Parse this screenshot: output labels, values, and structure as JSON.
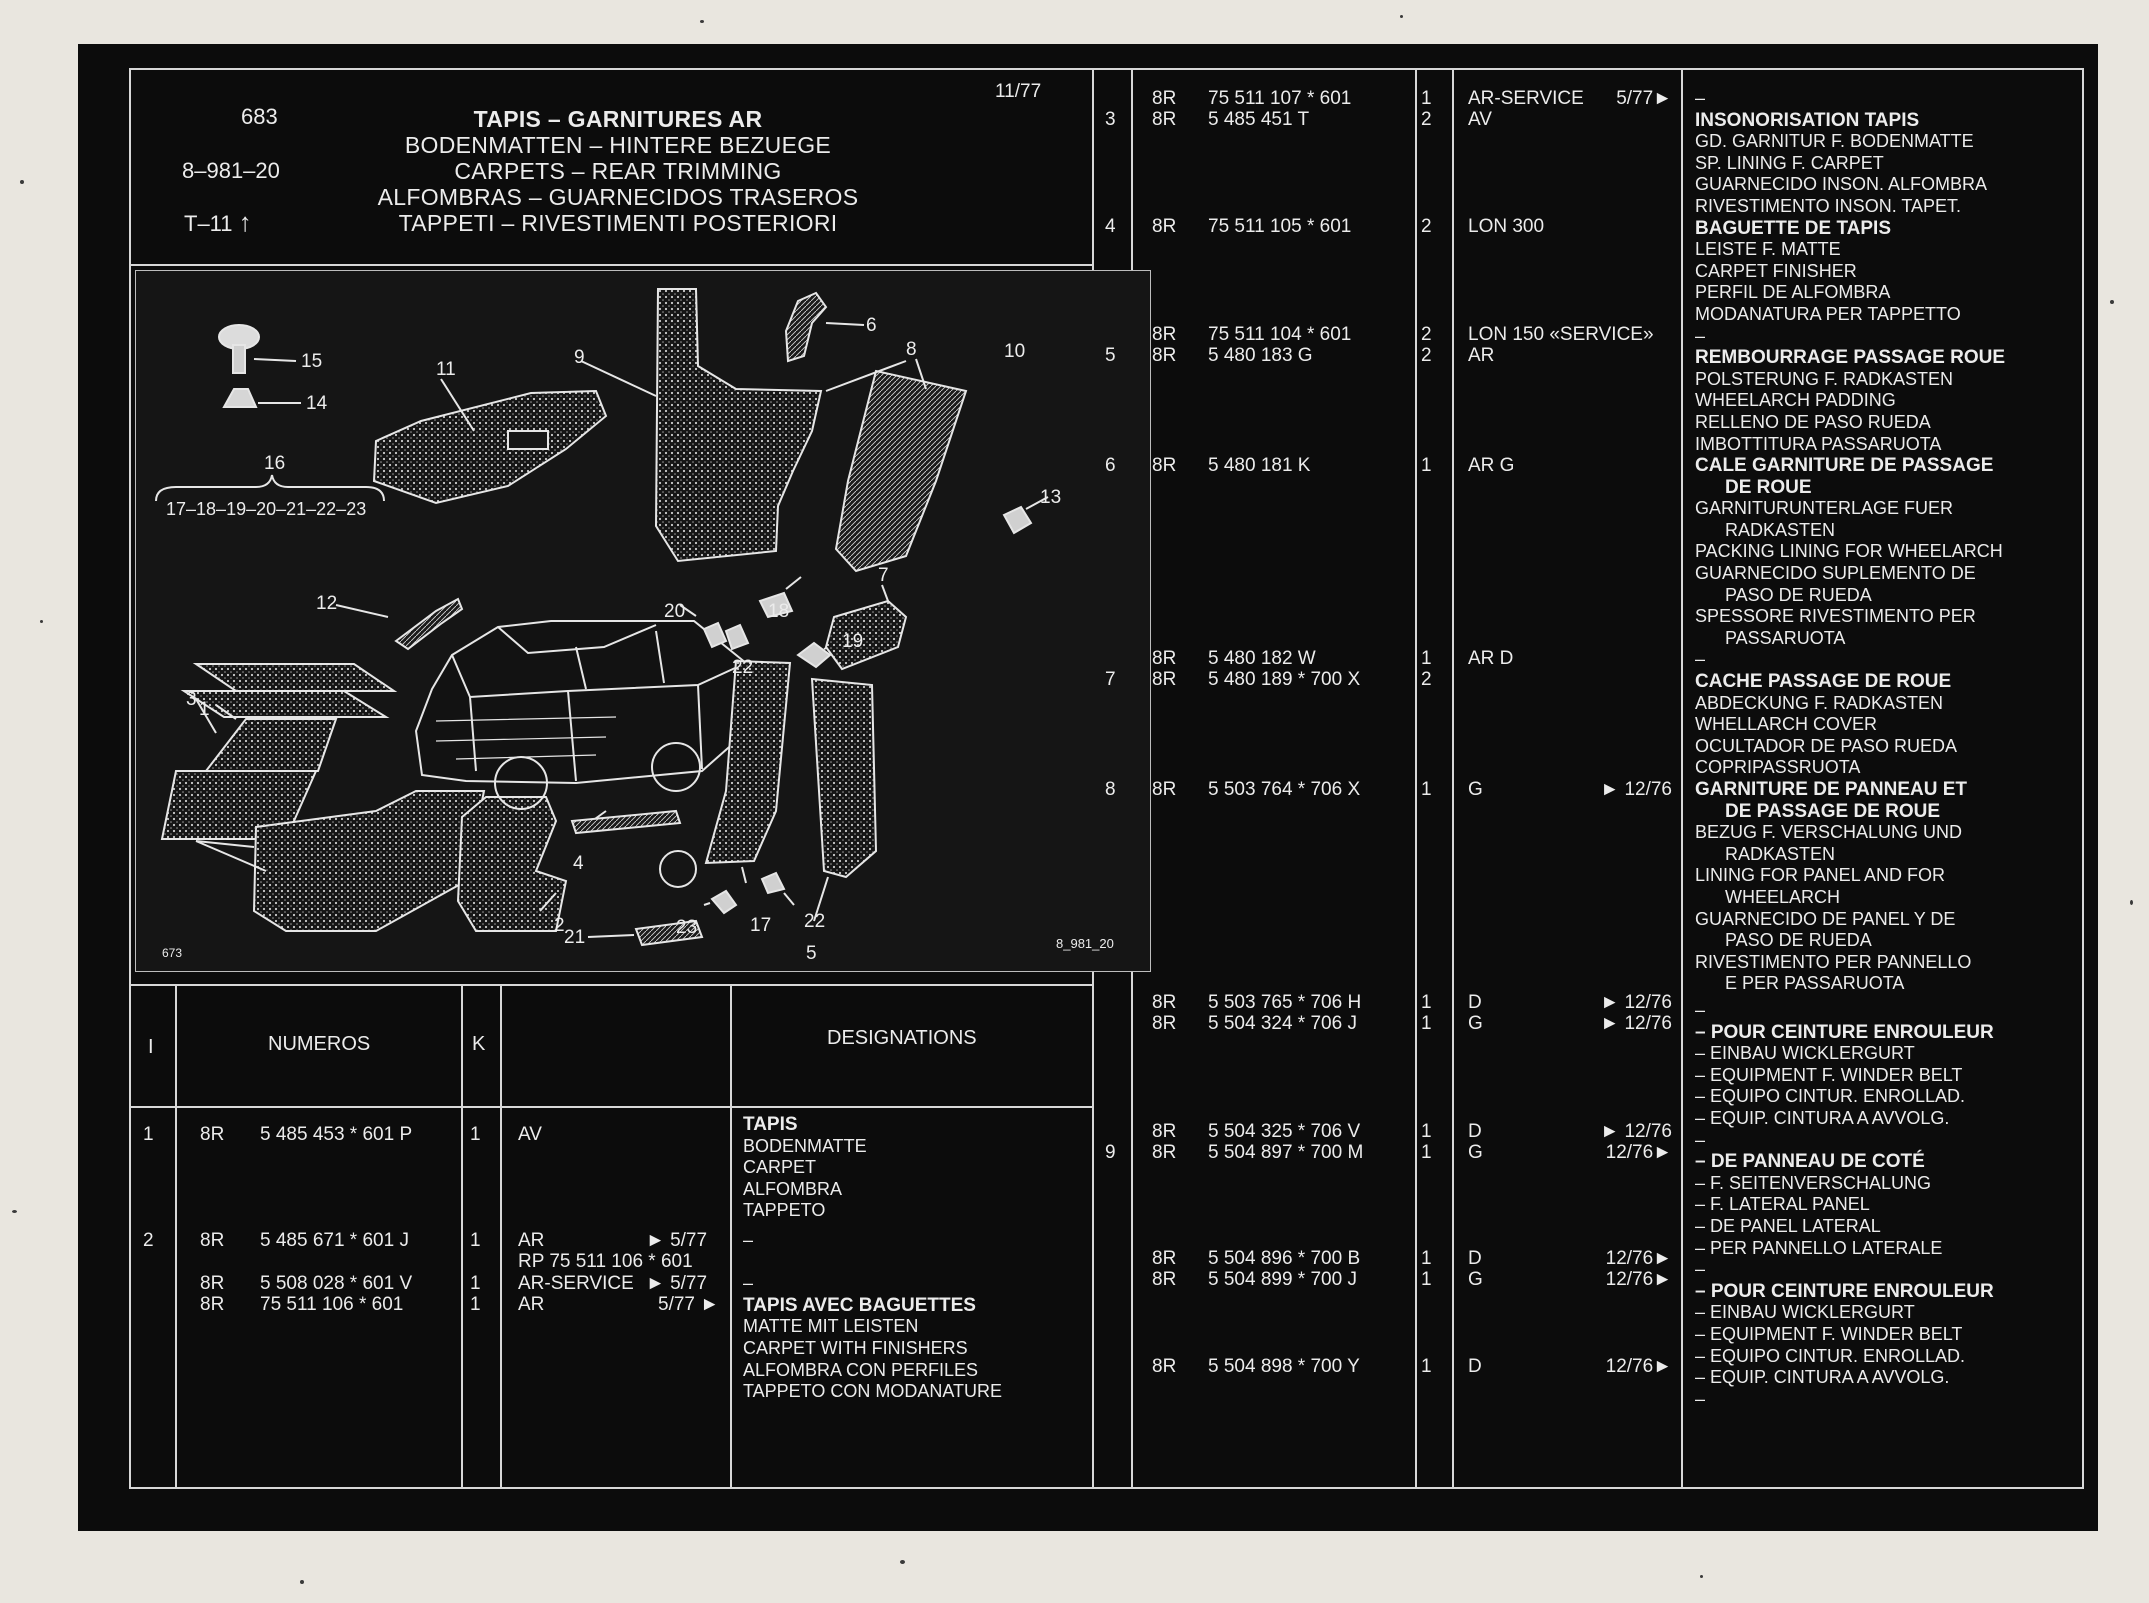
{
  "header": {
    "page_number": "683",
    "code": "8–981–20",
    "ref": "T–11",
    "date": "11/77",
    "titles": [
      "TAPIS – GARNITURES AR",
      "BODENMATTEN – HINTERE BEZUEGE",
      "CARPETS – REAR TRIMMING",
      "ALFOMBRAS – GUARNECIDOS TRASEROS",
      "TAPPETI – RIVESTIMENTI POSTERIORI"
    ]
  },
  "diagram": {
    "corner_left": "673",
    "corner_right": "8_981_20",
    "callouts": [
      "1",
      "2",
      "3",
      "4",
      "5",
      "6",
      "7",
      "8",
      "9",
      "10",
      "11",
      "12",
      "13",
      "14",
      "15",
      "16",
      "17",
      "18",
      "19",
      "20",
      "21",
      "22",
      "22",
      "23"
    ],
    "range_label": "17–18–19–20–21–22–23"
  },
  "table_header": {
    "col_index": "I",
    "col_numbers": "NUMEROS",
    "col_k": "K",
    "col_designations": "DESIGNATIONS"
  },
  "left_rows": [
    {
      "idx": "1",
      "pre": "8R",
      "num": "5  485  453 * 601 P",
      "qty": "1",
      "pos": "AV",
      "note": ""
    },
    {
      "idx": "2",
      "pre": "8R",
      "num": "5  485  671 * 601 J",
      "qty": "1",
      "pos": "AR",
      "note": "►  5/77"
    },
    {
      "idx": "",
      "pre": "",
      "num": "",
      "qty": "",
      "pos": "RP 75 511 106 * 601",
      "note": ""
    },
    {
      "idx": "",
      "pre": "8R",
      "num": "5  508  028 * 601 V",
      "qty": "1",
      "pos": "AR-SERVICE",
      "note": "►  5/77"
    },
    {
      "idx": "",
      "pre": "8R",
      "num": "75   511   106 * 601",
      "qty": "1",
      "pos": "AR",
      "note": "5/77 ►"
    }
  ],
  "left_desc_1": [
    "TAPIS",
    "BODENMATTE",
    "CARPET",
    "ALFOMBRA",
    "TAPPETO"
  ],
  "left_desc_2": [
    "–",
    "",
    "–",
    "TAPIS AVEC BAGUETTES",
    "MATTE MIT LEISTEN",
    "CARPET WITH FINISHERS",
    "ALFOMBRA CON PERFILES",
    "TAPPETO CON MODANATURE"
  ],
  "right_rows": [
    {
      "idx": "",
      "pre": "8R",
      "num": "75  511  107 * 601",
      "qty": "1",
      "pos": "AR-SERVICE",
      "note": "5/77►"
    },
    {
      "idx": "3",
      "pre": "8R",
      "num": "5  485  451  T",
      "qty": "2",
      "pos": "AV",
      "note": ""
    },
    {
      "idx": "4",
      "pre": "8R",
      "num": "75  511  105 * 601",
      "qty": "2",
      "pos": "LON 300",
      "note": ""
    },
    {
      "idx": "",
      "pre": "8R",
      "num": "75  511  104 * 601",
      "qty": "2",
      "pos": "LON 150 «SERVICE»",
      "note": ""
    },
    {
      "idx": "5",
      "pre": "8R",
      "num": "5  480  183  G",
      "qty": "2",
      "pos": "AR",
      "note": ""
    },
    {
      "idx": "6",
      "pre": "8R",
      "num": "5  480  181  K",
      "qty": "1",
      "pos": "AR G",
      "note": ""
    },
    {
      "idx": "",
      "pre": "8R",
      "num": "5  480  182  W",
      "qty": "1",
      "pos": "AR D",
      "note": ""
    },
    {
      "idx": "7",
      "pre": "8R",
      "num": "5  480  189 * 700 X",
      "qty": "2",
      "pos": "",
      "note": ""
    },
    {
      "idx": "8",
      "pre": "8R",
      "num": "5  503  764 * 706 X",
      "qty": "1",
      "pos": "G",
      "note": "► 12/76"
    },
    {
      "idx": "",
      "pre": "8R",
      "num": "5  503  765 * 706 H",
      "qty": "1",
      "pos": "D",
      "note": "► 12/76"
    },
    {
      "idx": "",
      "pre": "8R",
      "num": "5  504  324 * 706 J",
      "qty": "1",
      "pos": "G",
      "note": "► 12/76"
    },
    {
      "idx": "",
      "pre": "8R",
      "num": "5  504  325 * 706 V",
      "qty": "1",
      "pos": "D",
      "note": "► 12/76"
    },
    {
      "idx": "9",
      "pre": "8R",
      "num": "5  504  897 * 700 M",
      "qty": "1",
      "pos": "G",
      "note": "12/76►"
    },
    {
      "idx": "",
      "pre": "8R",
      "num": "5  504  896 * 700 B",
      "qty": "1",
      "pos": "D",
      "note": "12/76►"
    },
    {
      "idx": "",
      "pre": "8R",
      "num": "5  504  899 * 700 J",
      "qty": "1",
      "pos": "G",
      "note": "12/76►"
    },
    {
      "idx": "",
      "pre": "8R",
      "num": "5  504  898 * 700 Y",
      "qty": "1",
      "pos": "D",
      "note": "12/76►"
    }
  ],
  "right_desc_1": [
    "–",
    "INSONORISATION TAPIS",
    "GD. GARNITUR F. BODENMATTE",
    "SP. LINING F. CARPET",
    "GUARNECIDO INSON. ALFOMBRA",
    "RIVESTIMENTO INSON. TAPET.",
    "BAGUETTE DE TAPIS",
    "LEISTE F. MATTE",
    "CARPET FINISHER",
    "PERFIL DE ALFOMBRA",
    "MODANATURA PER TAPPETTO",
    "–",
    "REMBOURRAGE PASSAGE ROUE",
    "POLSTERUNG F. RADKASTEN",
    "WHEELARCH PADDING",
    "RELLENO DE PASO RUEDA",
    "IMBOTTITURA PASSARUOTA",
    "CALE GARNITURE DE PASSAGE",
    "DE ROUE",
    "GARNITURUNTERLAGE FUER",
    "RADKASTEN",
    "PACKING LINING FOR WHEELARCH",
    "GUARNECIDO SUPLEMENTO DE",
    "PASO DE RUEDA",
    "SPESSORE RIVESTIMENTO PER",
    "PASSARUOTA",
    "–",
    "CACHE PASSAGE DE ROUE",
    "ABDECKUNG F. RADKASTEN",
    "WHELLARCH COVER",
    "OCULTADOR DE PASO RUEDA",
    "COPRIPASSRUOTA",
    "GARNITURE DE PANNEAU ET",
    "DE PASSAGE DE ROUE",
    "BEZUG F. VERSCHALUNG UND",
    "RADKASTEN",
    "LINING FOR PANEL AND FOR",
    "WHEELARCH",
    "GUARNECIDO DE PANEL Y DE",
    "PASO DE RUEDA",
    "RIVESTIMENTO PER PANNELLO",
    "E PER PASSARUOTA"
  ],
  "right_desc_2": [
    "–",
    "– POUR CEINTURE ENROULEUR",
    "– EINBAU WICKLERGURT",
    "– EQUIPMENT F. WINDER BELT",
    "– EQUIPO CINTUR. ENROLLAD.",
    "– EQUIP. CINTURA A AVVOLG.",
    "–",
    "– DE PANNEAU DE COTÉ",
    "– F. SEITENVERSCHALUNG",
    "– F. LATERAL PANEL",
    "– DE PANEL LATERAL",
    "– PER PANNELLO LATERALE",
    "–",
    "– POUR CEINTURE ENROULEUR",
    "– EINBAU WICKLERGURT",
    "– EQUIPMENT F. WINDER BELT",
    "– EQUIPO CINTUR. ENROLLAD.",
    "– EQUIP. CINTURA A AVVOLG.",
    "–"
  ]
}
